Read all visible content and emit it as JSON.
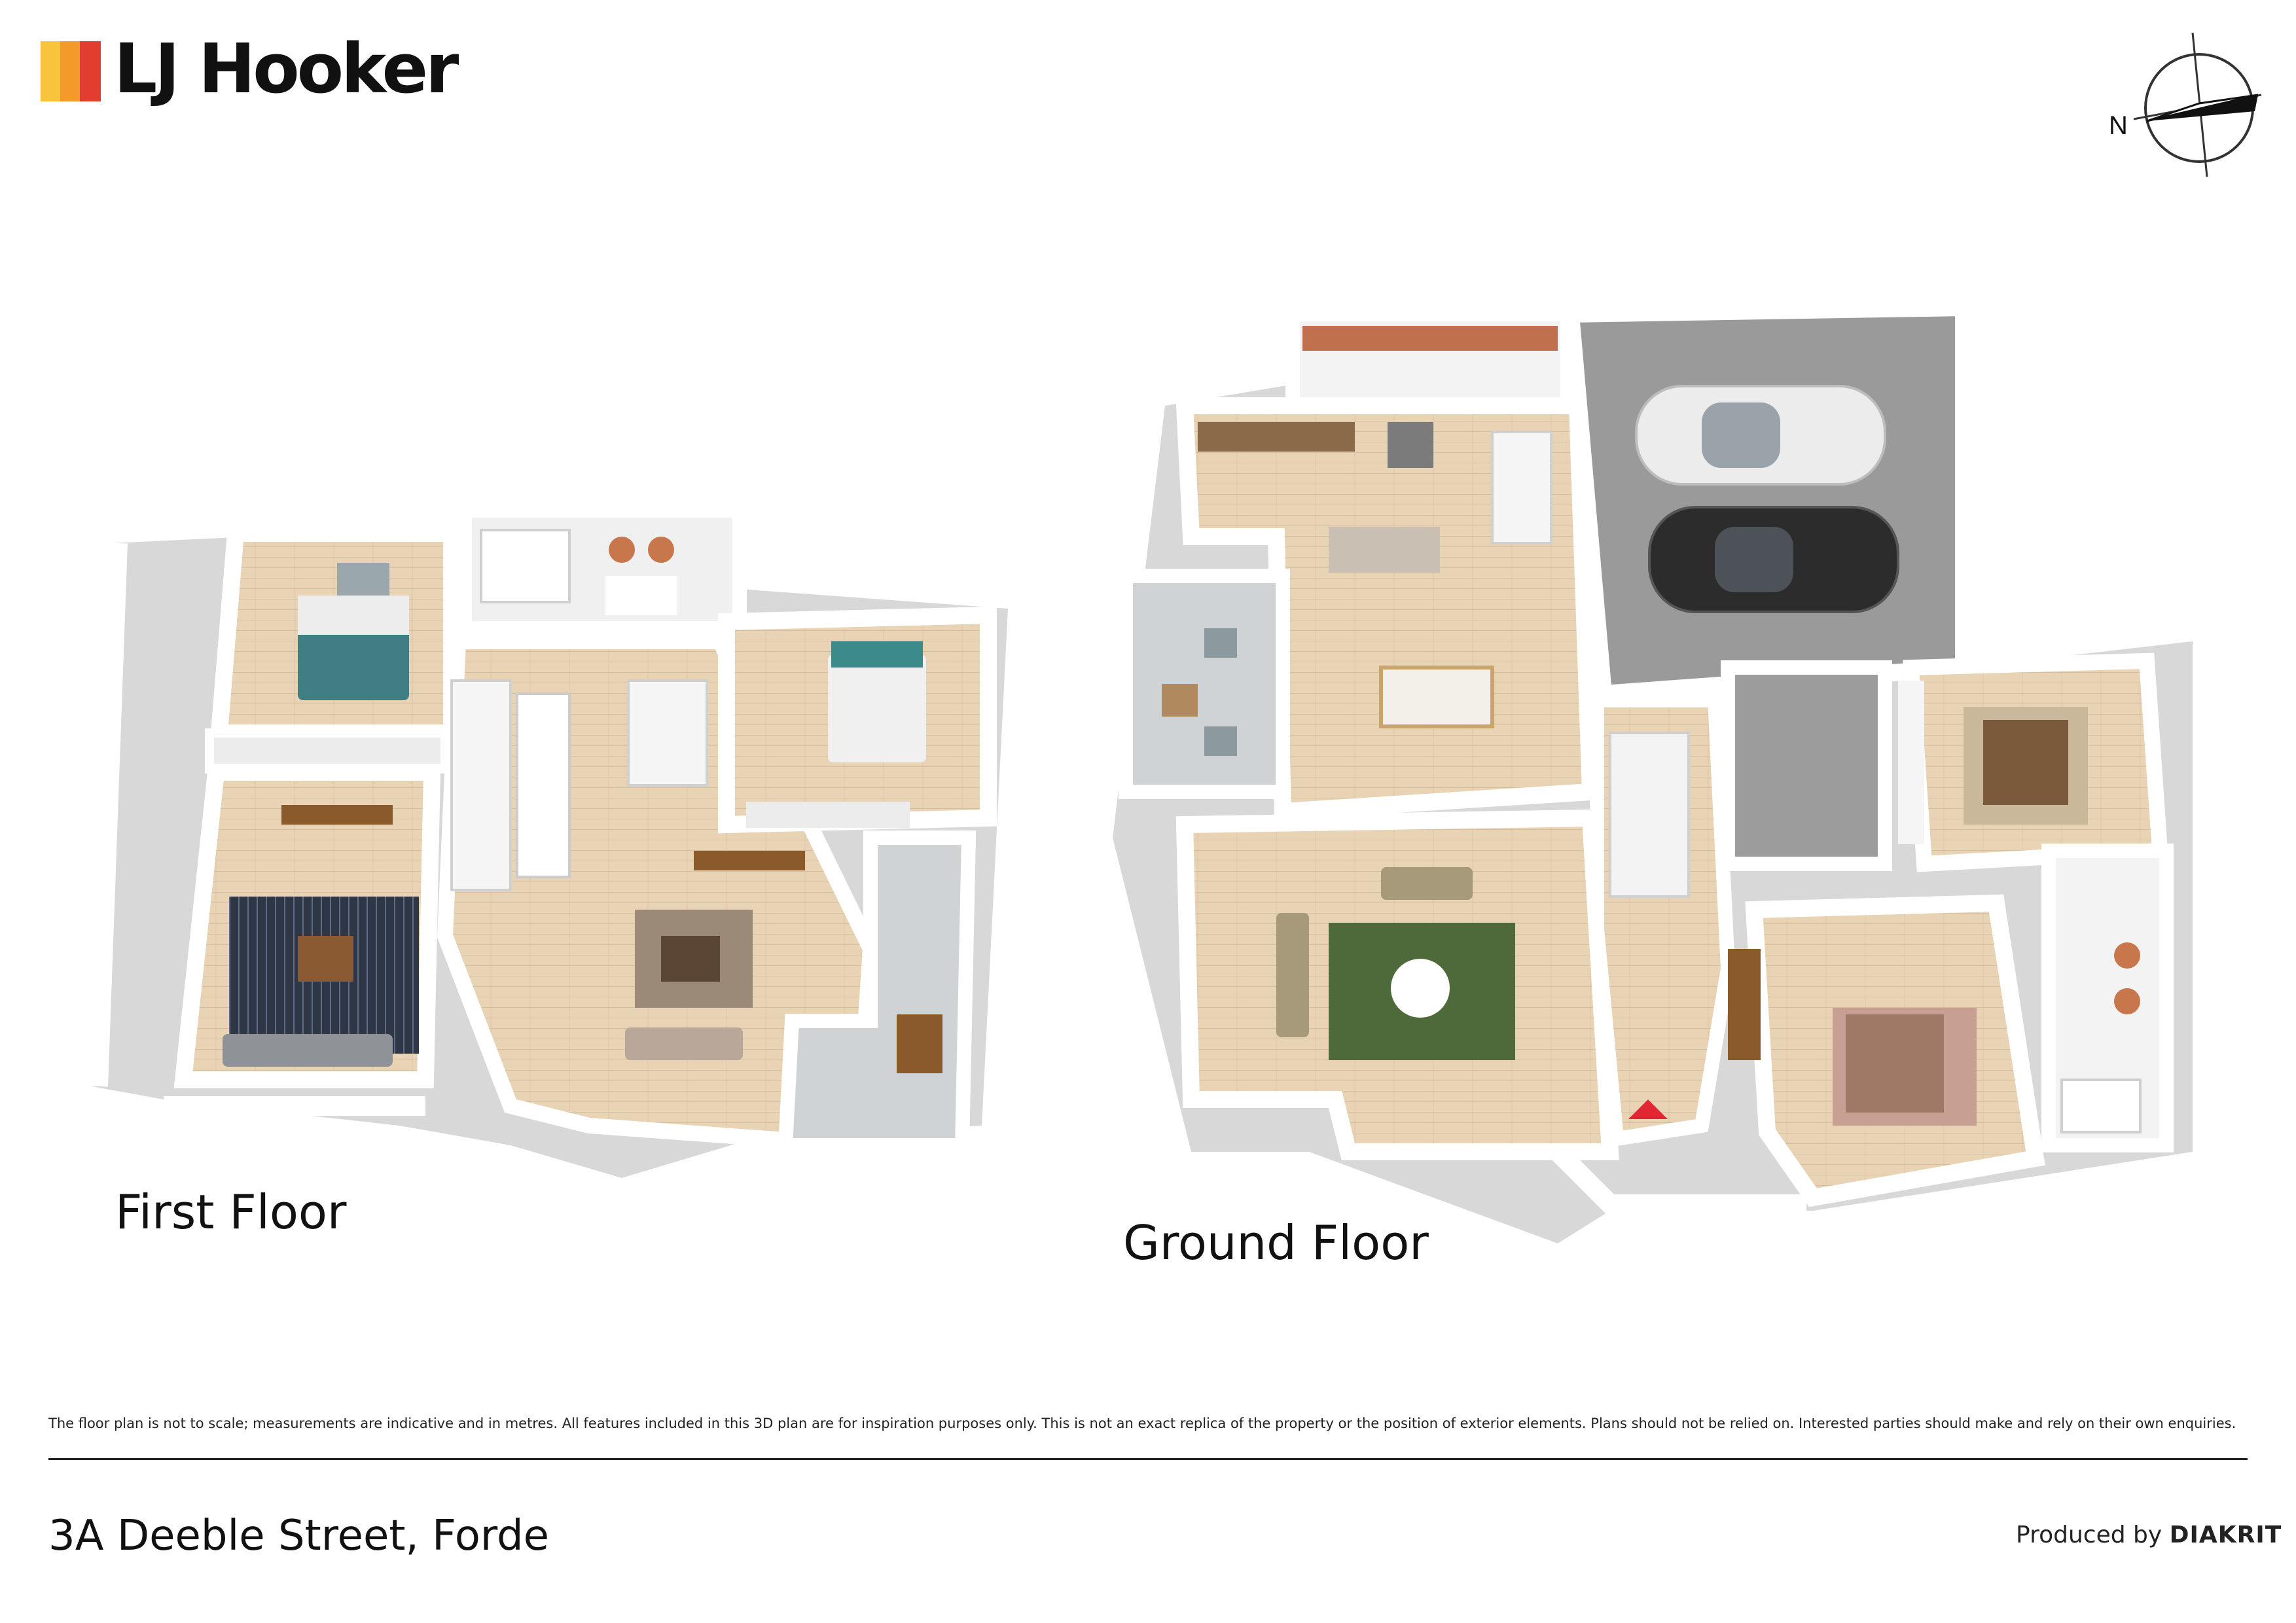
{
  "brand": {
    "name": "LJ Hooker",
    "colors": [
      "#f7c43c",
      "#f39a2b",
      "#e23d2f"
    ]
  },
  "compass": {
    "north_label": "N",
    "icon": "north-arrow-compass-icon"
  },
  "floors": {
    "first": {
      "label": "First Floor"
    },
    "ground": {
      "label": "Ground Floor"
    }
  },
  "disclaimer": "The floor plan is not to scale; measurements are indicative and in metres. All features included in this 3D plan are for inspiration purposes only. This is not an exact replica of the property or the position of exterior elements. Plans should not be relied on. Interested parties should make and rely on their own enquiries.",
  "address": "3A Deeble Street, Forde",
  "producer": {
    "prefix": "Produced by",
    "name": "DIAKRIT"
  },
  "colors": {
    "floor_wood": "#e7d2b4",
    "wall": "#ffffff",
    "wall_shade": "#d9d9d9",
    "garage": "#9a9a9a",
    "carpet_tile": "#cfd3d6",
    "entry_marker": "#e02733"
  }
}
